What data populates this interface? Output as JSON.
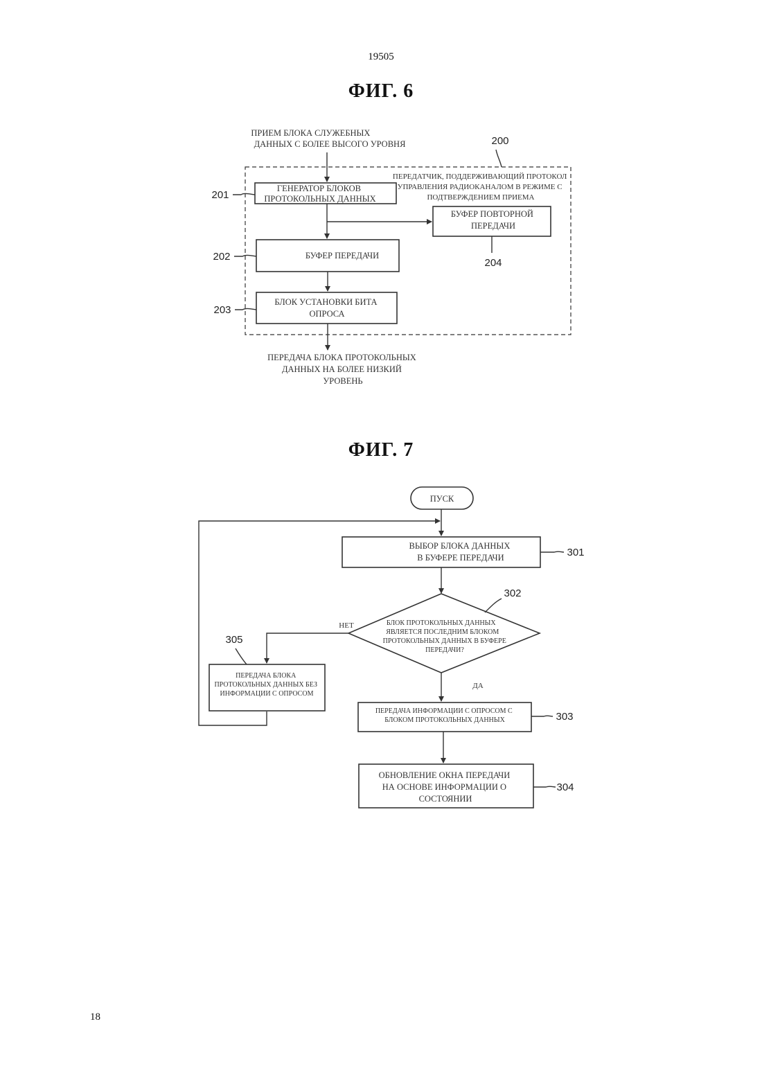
{
  "header": {
    "doc_number": "19505",
    "page_number": "18"
  },
  "fig6": {
    "title": "ФИГ. 6",
    "input_label": [
      "ПРИЕМ БЛОКА СЛУЖЕБНЫХ",
      "ДАННЫХ С БОЛЕЕ ВЫСОГО УРОВНЯ"
    ],
    "container_ref": "200",
    "container_label": [
      "ПЕРЕДАТЧИК, ПОДДЕРЖИВАЮЩИЙ ПРОТОКОЛ",
      "УПРАВЛЕНИЯ РАДИОКАНАЛОМ В РЕЖИМЕ С",
      "ПОДТВЕРЖДЕНИЕМ ПРИЕМА"
    ],
    "blocks": [
      {
        "ref": "201",
        "label": [
          "ГЕНЕРАТОР БЛОКОВ",
          "ПРОТОКОЛЬНЫХ ДАННЫХ"
        ]
      },
      {
        "ref": "202",
        "label": [
          "БУФЕР ПЕРЕДАЧИ"
        ]
      },
      {
        "ref": "203",
        "label": [
          "БЛОК УСТАНОВКИ БИТА",
          "ОПРОСА"
        ]
      },
      {
        "ref": "204",
        "label": [
          "БУФЕР ПОВТОРНОЙ",
          "ПЕРЕДАЧИ"
        ]
      }
    ],
    "output_label": [
      "ПЕРЕДАЧА БЛОКА ПРОТОКОЛЬНЫХ",
      "ДАННЫХ НА БОЛЕЕ НИЗКИЙ",
      "УРОВЕНЬ"
    ]
  },
  "fig7": {
    "title": "ФИГ. 7",
    "start": "ПУСК",
    "steps": [
      {
        "ref": "301",
        "label": [
          "ВЫБОР БЛОКА ДАННЫХ",
          "В БУФЕРЕ ПЕРЕДАЧИ"
        ]
      },
      {
        "ref": "302",
        "label": [
          "БЛОК ПРОТОКОЛЬНЫХ ДАННЫХ",
          "ЯВЛЯЕТСЯ ПОСЛЕДНИМ БЛОКОМ",
          "ПРОТОКОЛЬНЫХ ДАННЫХ В БУФЕРЕ",
          "ПЕРЕДАЧИ?"
        ]
      },
      {
        "ref": "303",
        "label": [
          "ПЕРЕДАЧА ИНФОРМАЦИИ С ОПРОСОМ С",
          "БЛОКОМ ПРОТОКОЛЬНЫХ ДАННЫХ"
        ]
      },
      {
        "ref": "304",
        "label": [
          "ОБНОВЛЕНИЕ ОКНА ПЕРЕДАЧИ",
          "НА ОСНОВЕ ИНФОРМАЦИИ О",
          "СОСТОЯНИИ"
        ]
      },
      {
        "ref": "305",
        "label": [
          "ПЕРЕДАЧА БЛОКА",
          "ПРОТОКОЛЬНЫХ ДАННЫХ БЕЗ",
          "ИНФОРМАЦИИ С ОПРОСОМ"
        ]
      }
    ],
    "branch_no": "НЕТ",
    "branch_yes": "ДА"
  }
}
